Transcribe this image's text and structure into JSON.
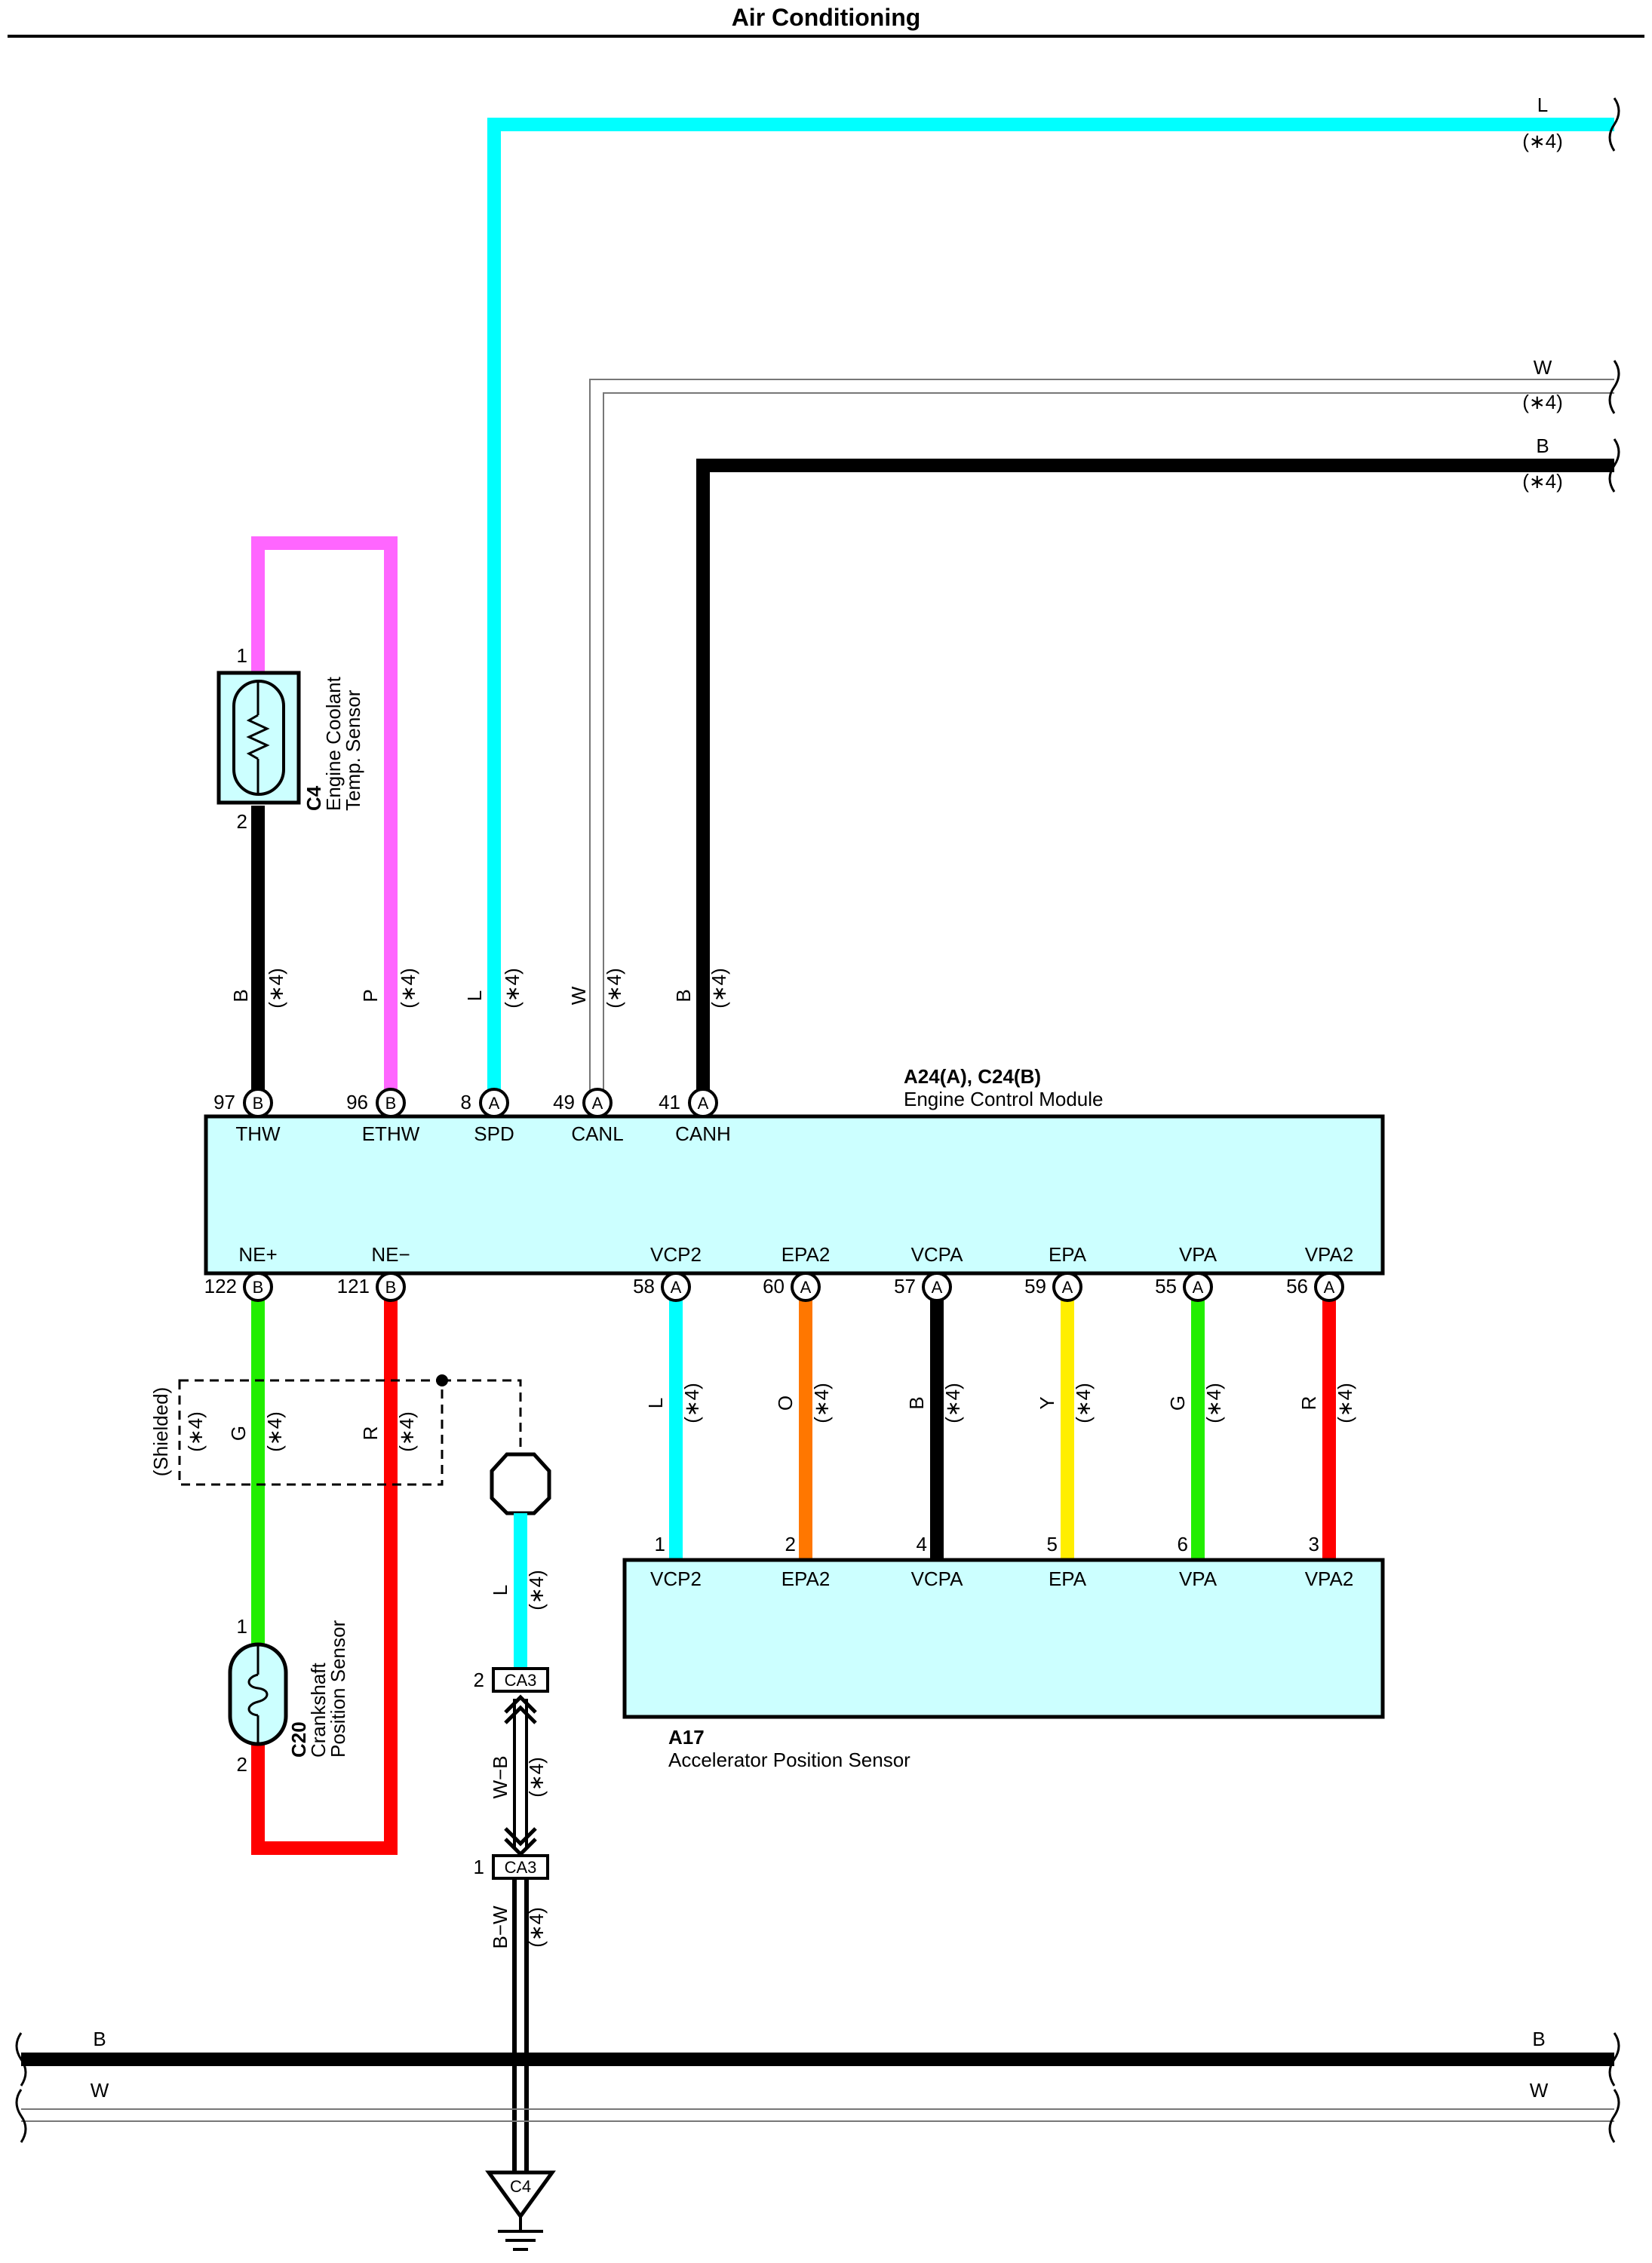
{
  "title": "Air Conditioning",
  "colors": {
    "cyan": "#00ffff",
    "pink": "#ff66ff",
    "black": "#000000",
    "green": "#22ee00",
    "red": "#ff0000",
    "orange": "#ff7700",
    "yellow": "#ffee00",
    "box_fill": "#ccffff"
  },
  "right_edge_wires": [
    {
      "color_code": "L",
      "note": "(∗4)"
    },
    {
      "color_code": "W",
      "note": "(∗4)"
    },
    {
      "color_code": "B",
      "note": "(∗4)"
    }
  ],
  "ecm": {
    "code": "A24(A), C24(B)",
    "name": "Engine Control Module",
    "top_pins": [
      {
        "num": "97",
        "conn": "B",
        "name": "THW",
        "wire": "B",
        "note": "(∗4)"
      },
      {
        "num": "96",
        "conn": "B",
        "name": "ETHW",
        "wire": "P",
        "note": "(∗4)"
      },
      {
        "num": "8",
        "conn": "A",
        "name": "SPD",
        "wire": "L",
        "note": "(∗4)"
      },
      {
        "num": "49",
        "conn": "A",
        "name": "CANL",
        "wire": "W",
        "note": "(∗4)"
      },
      {
        "num": "41",
        "conn": "A",
        "name": "CANH",
        "wire": "B",
        "note": "(∗4)"
      }
    ],
    "bottom_pins": [
      {
        "num": "122",
        "conn": "B",
        "name": "NE+",
        "wire": "G",
        "note": "(∗4)"
      },
      {
        "num": "121",
        "conn": "B",
        "name": "NE−",
        "wire": "R",
        "note": "(∗4)"
      },
      {
        "num": "58",
        "conn": "A",
        "name": "VCP2",
        "wire": "L",
        "note": "(∗4)"
      },
      {
        "num": "60",
        "conn": "A",
        "name": "EPA2",
        "wire": "O",
        "note": "(∗4)"
      },
      {
        "num": "57",
        "conn": "A",
        "name": "VCPA",
        "wire": "B",
        "note": "(∗4)"
      },
      {
        "num": "59",
        "conn": "A",
        "name": "EPA",
        "wire": "Y",
        "note": "(∗4)"
      },
      {
        "num": "55",
        "conn": "A",
        "name": "VPA",
        "wire": "G",
        "note": "(∗4)"
      },
      {
        "num": "56",
        "conn": "A",
        "name": "VPA2",
        "wire": "R",
        "note": "(∗4)"
      }
    ]
  },
  "coolant_sensor": {
    "code": "C4",
    "name_line1": "Engine Coolant",
    "name_line2": "Temp.  Sensor",
    "pin_top": "1",
    "pin_bottom": "2"
  },
  "crank_sensor": {
    "code": "C20",
    "name_line1": "Crankshaft",
    "name_line2": "Position Sensor",
    "pin_top": "1",
    "pin_bottom": "2"
  },
  "shield": {
    "label": "(Shielded)",
    "note": "(∗4)"
  },
  "app_sensor": {
    "code": "A17",
    "name": "Accelerator Position Sensor",
    "pins": [
      {
        "num": "1",
        "name": "VCP2"
      },
      {
        "num": "2",
        "name": "EPA2"
      },
      {
        "num": "4",
        "name": "VCPA"
      },
      {
        "num": "5",
        "name": "EPA"
      },
      {
        "num": "6",
        "name": "VPA"
      },
      {
        "num": "3",
        "name": "VPA2"
      }
    ]
  },
  "ground_path": {
    "wire1": "L",
    "note1": "(∗4)",
    "conn1_pin": "2",
    "conn1_name": "CA3",
    "wire2": "W−B",
    "note2": "(∗4)",
    "conn2_pin": "1",
    "conn2_name": "CA3",
    "wire3": "B−W",
    "note3": "(∗4)",
    "ground_name": "C4"
  },
  "bottom_bus": {
    "b_left": "B",
    "b_right": "B",
    "w_left": "W",
    "w_right": "W"
  }
}
